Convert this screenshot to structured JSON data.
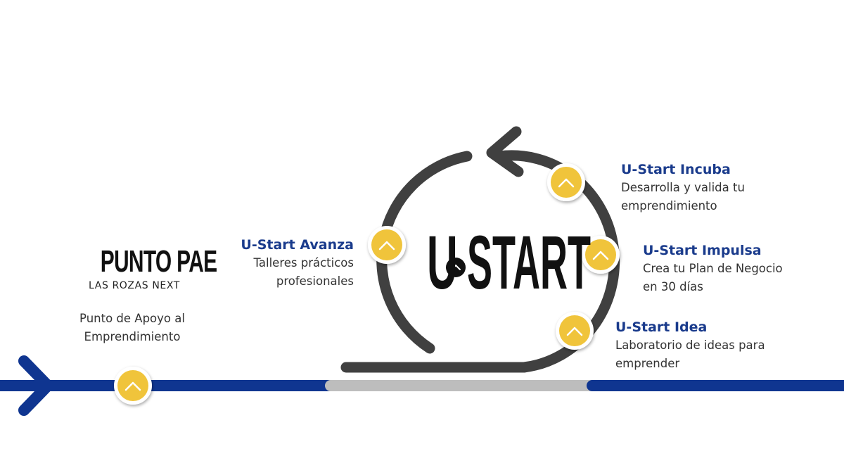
{
  "colors": {
    "timeline_blue": "#0f3590",
    "timeline_gray": "#bdbdbd",
    "cycle_arrow": "#404040",
    "badge_yellow": "#f0c43a",
    "title_blue": "#1a3b8c"
  },
  "logos": {
    "punto_pae": {
      "title": "PUNTO PAE",
      "subtitle": "LAS ROZAS NEXT"
    },
    "ustart": {
      "left": "U",
      "right": "START"
    }
  },
  "punto_pae_caption": "Punto de Apoyo al\nEmprendimiento",
  "programs": [
    {
      "title": "U-Start Avanza",
      "description": "Talleres prácticos\nprofesionales"
    },
    {
      "title": "U-Start Incuba",
      "description": "Desarrolla y valida tu\nemprendimiento"
    },
    {
      "title": "U-Start Impulsa",
      "description": "Crea tu Plan de Negocio\nen 30 días"
    },
    {
      "title": "U-Start Idea",
      "description": "Laboratorio de ideas para\nemprender"
    }
  ],
  "icons": {
    "timeline_start": "arrow-right-icon",
    "badge": "chevron-up-icon",
    "cycle": "cycle-arrow-icon"
  }
}
